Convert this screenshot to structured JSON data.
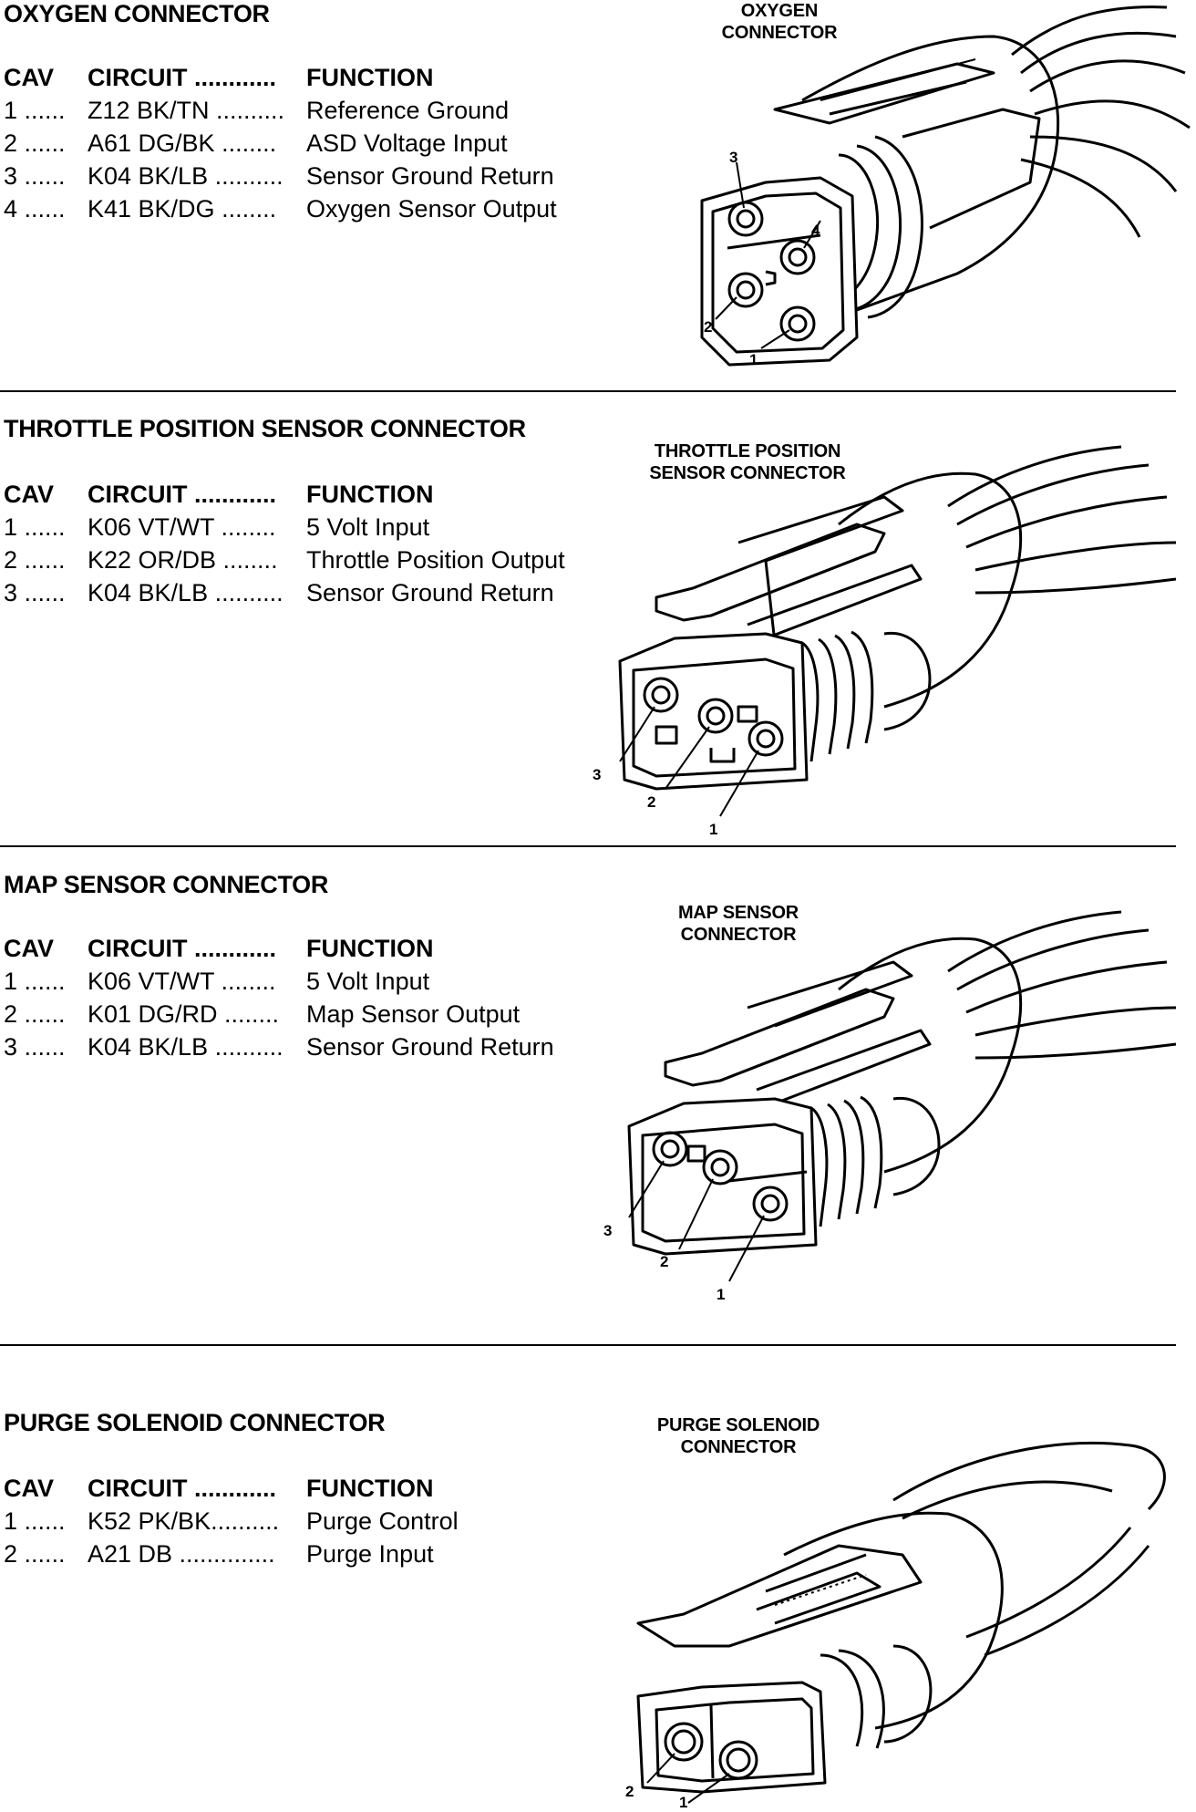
{
  "sections": [
    {
      "title": "OXYGEN CONNECTOR",
      "header": {
        "cav": "CAV",
        "circuit": "CIRCUIT ............",
        "function": "FUNCTION"
      },
      "rows": [
        {
          "cav": "1 ......",
          "circuit": "Z12 BK/TN ..........",
          "function": "Reference Ground"
        },
        {
          "cav": "2 ......",
          "circuit": "A61 DG/BK ........",
          "function": "ASD Voltage Input"
        },
        {
          "cav": "3 ......",
          "circuit": "K04 BK/LB ..........",
          "function": "Sensor Ground Return"
        },
        {
          "cav": "4 ......",
          "circuit": "K41 BK/DG ........",
          "function": "Oxygen Sensor Output"
        }
      ],
      "figure_label": "OXYGEN\nCONNECTOR",
      "pins": [
        "3",
        "4",
        "2",
        "1"
      ]
    },
    {
      "title": "THROTTLE POSITION SENSOR CONNECTOR",
      "header": {
        "cav": "CAV",
        "circuit": "CIRCUIT ............",
        "function": "FUNCTION"
      },
      "rows": [
        {
          "cav": "1 ......",
          "circuit": "K06 VT/WT ........",
          "function": "5 Volt Input"
        },
        {
          "cav": "2 ......",
          "circuit": "K22 OR/DB ........",
          "function": "Throttle Position Output"
        },
        {
          "cav": "3 ......",
          "circuit": "K04 BK/LB ..........",
          "function": "Sensor Ground Return"
        }
      ],
      "figure_label": "THROTTLE POSITION\nSENSOR CONNECTOR",
      "pins": [
        "3",
        "2",
        "1"
      ]
    },
    {
      "title": "MAP SENSOR CONNECTOR",
      "header": {
        "cav": "CAV",
        "circuit": "CIRCUIT ............",
        "function": "FUNCTION"
      },
      "rows": [
        {
          "cav": "1 ......",
          "circuit": "K06 VT/WT ........",
          "function": "5 Volt Input"
        },
        {
          "cav": "2 ......",
          "circuit": "K01 DG/RD ........",
          "function": "Map Sensor Output"
        },
        {
          "cav": "3 ......",
          "circuit": "K04 BK/LB ..........",
          "function": "Sensor Ground Return"
        }
      ],
      "figure_label": "MAP SENSOR\nCONNECTOR",
      "pins": [
        "3",
        "2",
        "1"
      ]
    },
    {
      "title": "PURGE SOLENOID CONNECTOR",
      "header": {
        "cav": "CAV",
        "circuit": "CIRCUIT ............",
        "function": "FUNCTION"
      },
      "rows": [
        {
          "cav": "1 ......",
          "circuit": "K52 PK/BK..........",
          "function": "Purge Control"
        },
        {
          "cav": "2 ......",
          "circuit": "A21 DB ..............",
          "function": "Purge Input"
        }
      ],
      "figure_label": "PURGE SOLENOID\nCONNECTOR",
      "pins": [
        "2",
        "1"
      ]
    }
  ]
}
